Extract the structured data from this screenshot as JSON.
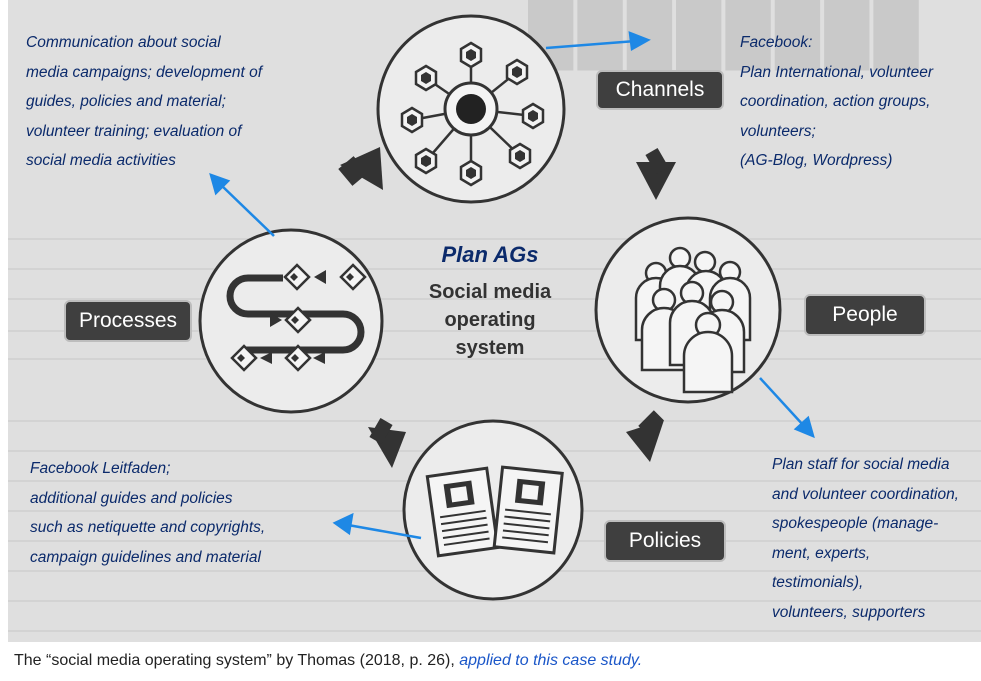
{
  "center": {
    "title": "Plan AGs",
    "subtitle": "Social media\noperating\nsystem"
  },
  "nodes": {
    "channels": "Channels",
    "people": "People",
    "policies": "Policies",
    "processes": "Processes"
  },
  "annotations": {
    "top_left": "Communication about social\nmedia campaigns; development of\nguides, policies and material;\nvolunteer training; evaluation of\nsocial media activities",
    "top_right": "Facebook:\nPlan International, volunteer\ncoordination, action groups,\nvolunteers;\n(AG-Blog, Wordpress)",
    "bottom_left": "Facebook Leitfaden;\nadditional guides and policies\nsuch as netiquette and copyrights,\ncampaign guidelines and material",
    "bottom_right": "Plan staff for social media\nand volunteer coordination,\nspokespeople (manage-\nment, experts,\ntestimonials),\nvolunteers, supporters"
  },
  "caption": {
    "text": "The “social media operating system” by Thomas (2018, p. 26), ",
    "link": "applied to this case study."
  },
  "colors": {
    "annotation_text": "#0b2a6b",
    "arrow_blue": "#1e88e5",
    "label_box": "#3f3f3f",
    "background": "#dfdfdf"
  }
}
